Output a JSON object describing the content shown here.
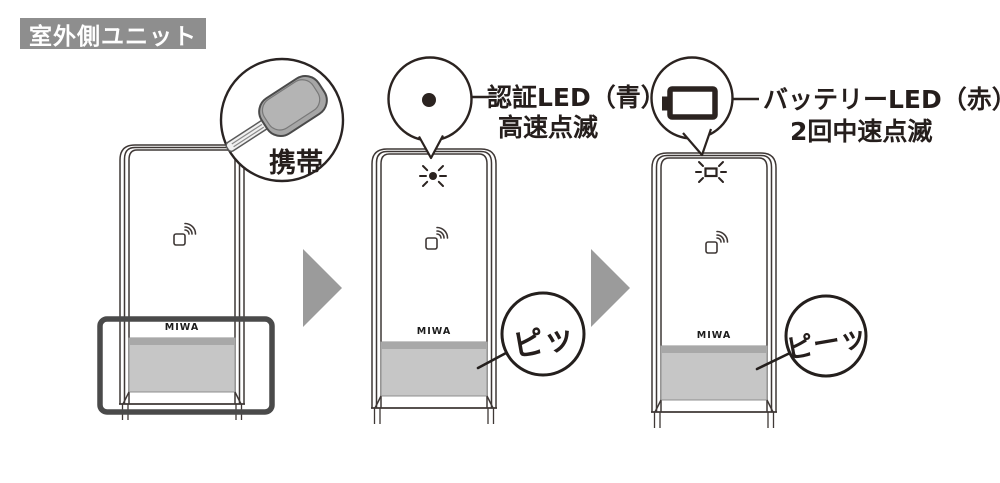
{
  "header": {
    "label": "室外側ユニット"
  },
  "brand": {
    "logo": "MIWA"
  },
  "step1": {
    "callout_label": "携帯"
  },
  "step2": {
    "led_label": "認証LED（青）",
    "blink_label": "高速点滅",
    "sound": "ピッ"
  },
  "step3": {
    "led_label": "バッテリーLED（赤）",
    "blink_label": "2回中速点滅",
    "sound": "ピーッ"
  },
  "icons": {
    "key_fob": "key-fob-icon",
    "auth_led": "led-dot-icon",
    "battery": "battery-icon",
    "blink_led": "blinking-led-icon",
    "blink_battery": "blinking-battery-icon",
    "nfc": "contactless-reader-icon",
    "arrow": "arrow-right-icon"
  },
  "colors": {
    "badge_bg": "#8e8e8e",
    "ink": "#251e1c",
    "line": "#3f3836",
    "arrow_gray": "#9b9b9b",
    "panel_gray": "#c6c6c6",
    "panel_strip": "#a8a8a8",
    "highlight_box": "#4a4a4a",
    "fob_body": "#a6a6a6",
    "fob_face": "#b4b4b4"
  }
}
